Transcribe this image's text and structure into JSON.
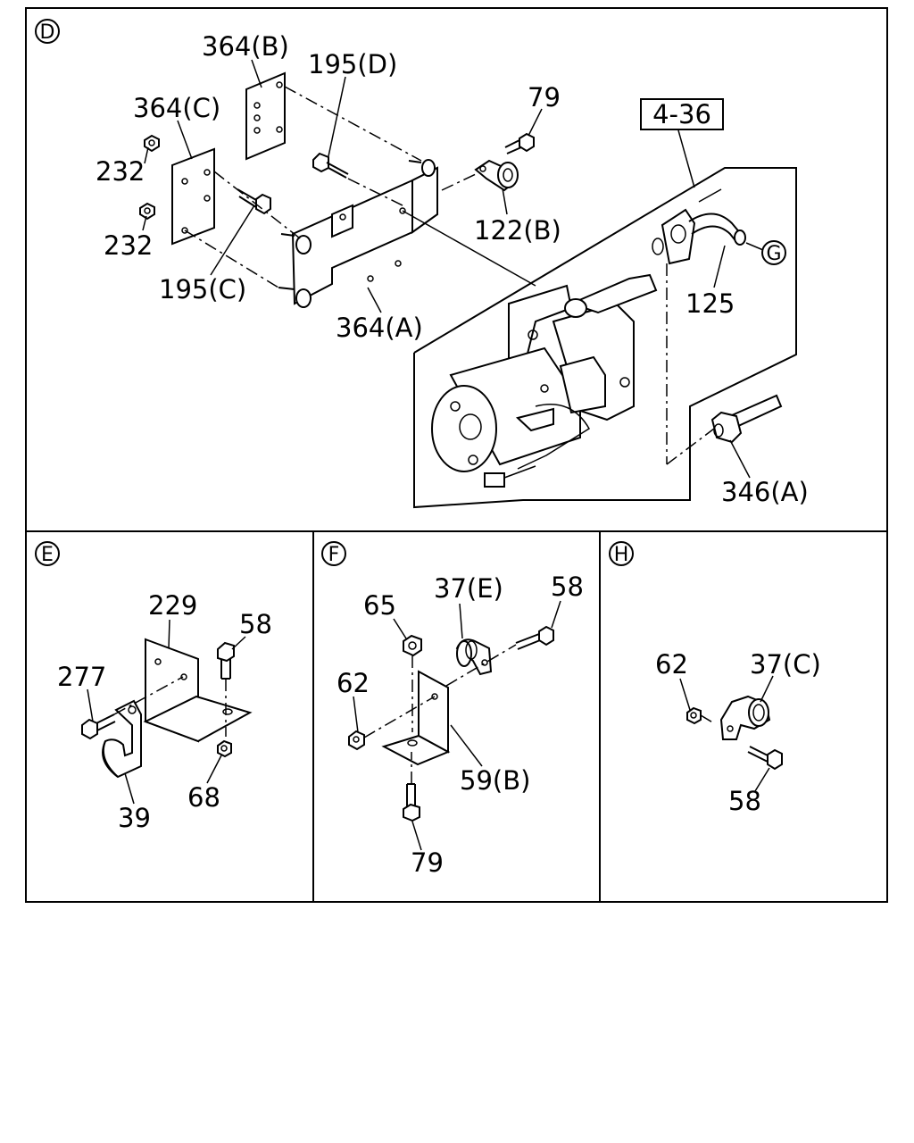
{
  "panels": {
    "D": {
      "marker": "D",
      "callouts": {
        "c364B": "364(B)",
        "c195D": "195(D)",
        "c79": "79",
        "c364C": "364(C)",
        "c232a": "232",
        "c232b": "232",
        "c122B": "122(B)",
        "c436": "4-36",
        "c195C": "195(C)",
        "c364A": "364(A)",
        "c125": "125",
        "cG": "G",
        "c346A": "346(A)"
      }
    },
    "E": {
      "marker": "E",
      "callouts": {
        "c229": "229",
        "c58": "58",
        "c277": "277",
        "c39": "39",
        "c68": "68"
      }
    },
    "F": {
      "marker": "F",
      "callouts": {
        "c65": "65",
        "c37E": "37(E)",
        "c58": "58",
        "c62": "62",
        "c59B": "59(B)",
        "c79": "79"
      }
    },
    "H": {
      "marker": "H",
      "callouts": {
        "c62": "62",
        "c37C": "37(C)",
        "c58": "58"
      }
    }
  }
}
